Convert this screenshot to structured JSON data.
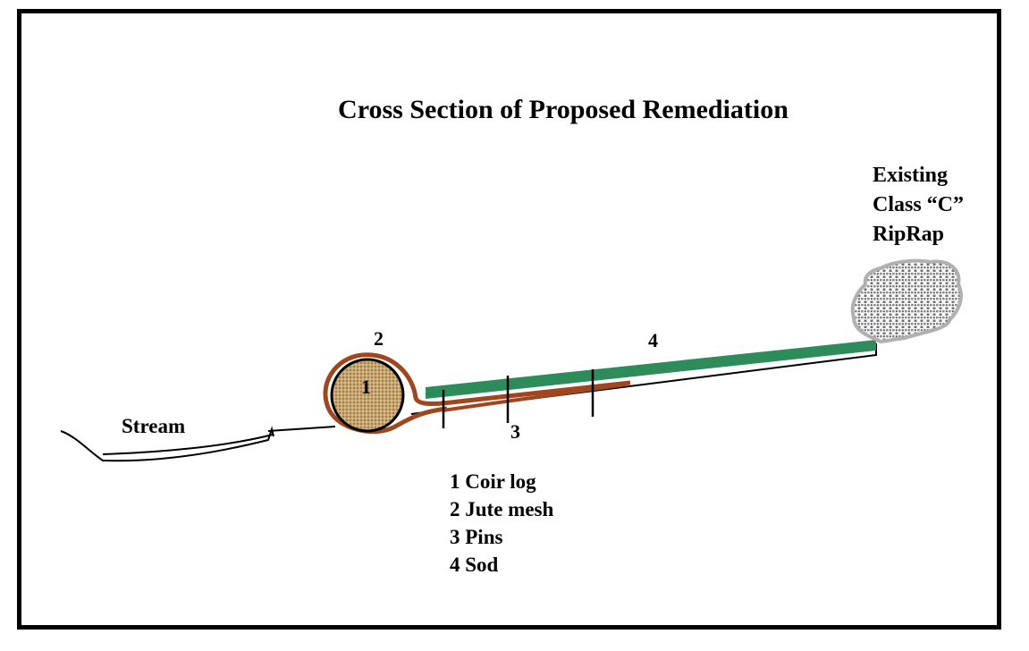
{
  "title": "Cross Section of Proposed Remediation",
  "labels": {
    "stream": "Stream",
    "riprap": [
      "Existing",
      "Class “C”",
      "RipRap"
    ],
    "num_1": "1",
    "num_2": "2",
    "num_3": "3",
    "num_4": "4"
  },
  "legend": [
    "1 Coir log",
    "2 Jute mesh",
    "3 Pins",
    "4 Sod"
  ],
  "colors": {
    "frame": "#000000",
    "sod": "#2e8b5a",
    "jute": "#a0461e",
    "coir_fill": "#c8a56e",
    "riprap": "#9a9a9a"
  }
}
